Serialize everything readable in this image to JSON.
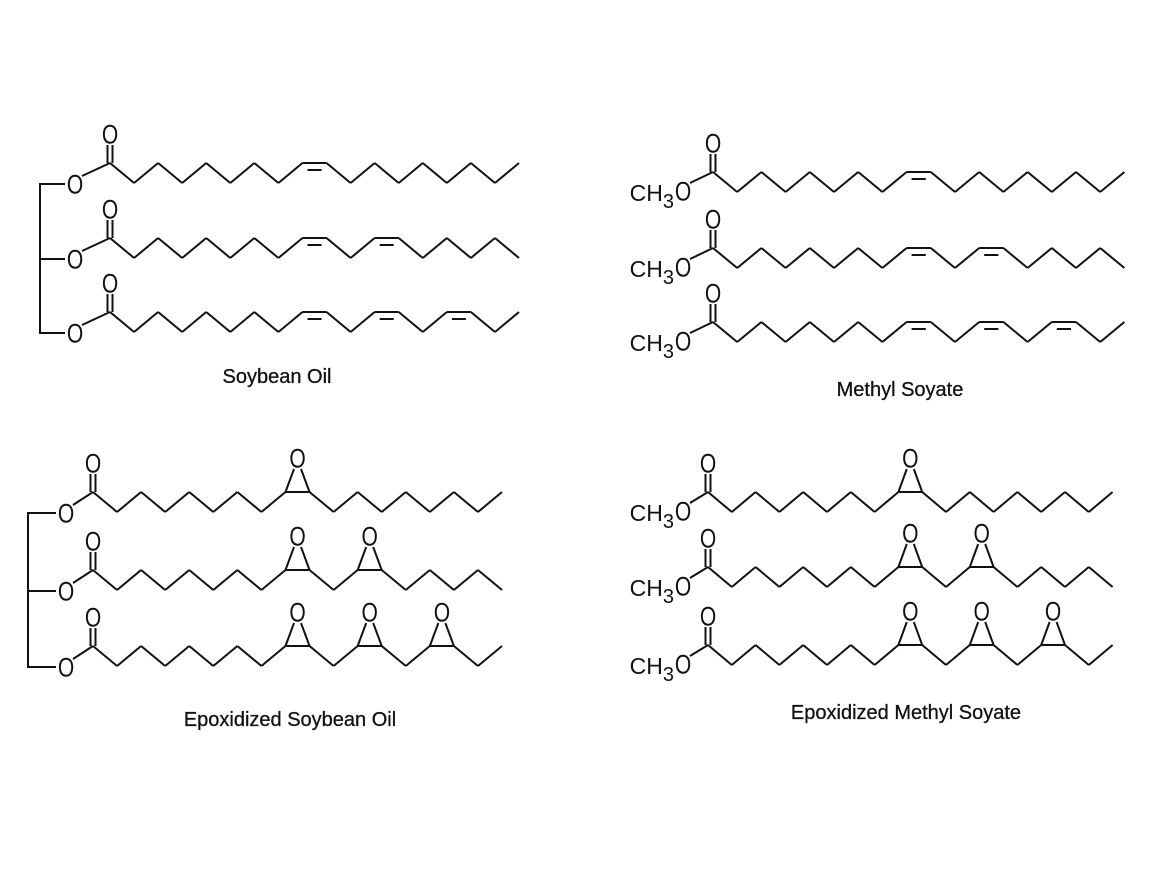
{
  "atoms": {
    "oxygen": "O",
    "methyl": "CH",
    "methyl_subscript": "3"
  },
  "chain_length": 18,
  "colors": {
    "ink": "#111111",
    "background": "#ffffff"
  },
  "panels": [
    {
      "label": "Soybean Oil",
      "backbone": "glycerol",
      "chains": [
        {
          "double_bonds": [
            9
          ],
          "epoxides": []
        },
        {
          "double_bonds": [
            9,
            12
          ],
          "epoxides": []
        },
        {
          "double_bonds": [
            9,
            12,
            15
          ],
          "epoxides": []
        }
      ]
    },
    {
      "label": "Methyl Soyate",
      "backbone": "methyl",
      "chains": [
        {
          "double_bonds": [
            9
          ],
          "epoxides": []
        },
        {
          "double_bonds": [
            9,
            12
          ],
          "epoxides": []
        },
        {
          "double_bonds": [
            9,
            12,
            15
          ],
          "epoxides": []
        }
      ]
    },
    {
      "label": "Epoxidized Soybean Oil",
      "backbone": "glycerol",
      "chains": [
        {
          "double_bonds": [],
          "epoxides": [
            9
          ]
        },
        {
          "double_bonds": [],
          "epoxides": [
            9,
            12
          ]
        },
        {
          "double_bonds": [],
          "epoxides": [
            9,
            12,
            15
          ]
        }
      ]
    },
    {
      "label": "Epoxidized Methyl Soyate",
      "backbone": "methyl",
      "chains": [
        {
          "double_bonds": [],
          "epoxides": [
            9
          ]
        },
        {
          "double_bonds": [],
          "epoxides": [
            9,
            12
          ]
        },
        {
          "double_bonds": [],
          "epoxides": [
            9,
            12,
            15
          ]
        }
      ]
    }
  ]
}
